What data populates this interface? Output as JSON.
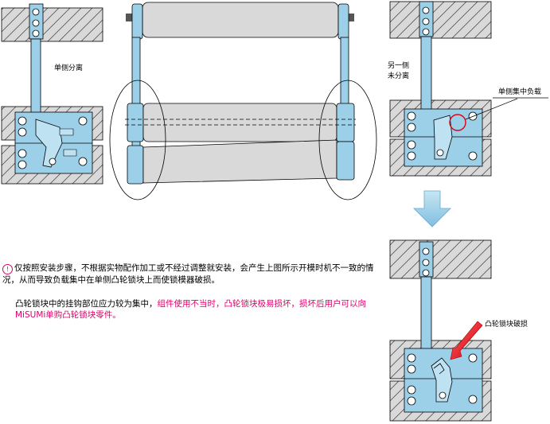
{
  "labels": {
    "single_side_separation": "单侧分离",
    "other_side_line1": "另一侧",
    "other_side_line2": "未分离",
    "load_concentration": "单侧集中负载",
    "cam_damage": "凸轮锁块破损"
  },
  "note": {
    "para1": "仅按照安装步骤，不根据实物配作加工或不经过调整就安装，会产生上图所示开模时机不一致的情况，从而导致负载集中在单侧凸轮锁块上而使锁模器破损。",
    "para2_black": "凸轮锁块中的挂钩部位应力较为集中，",
    "para2_red": "组件使用不当时，凸轮锁块极易损坏，损坏后用户可以向MiSUMi单购凸轮锁块零件。"
  },
  "colors": {
    "part_blue": "#9ccfe8",
    "outline": "#000000",
    "plate_gray": "#d9d9d9",
    "accent_red": "#e0006a",
    "arrow_red": "#e0102a"
  }
}
